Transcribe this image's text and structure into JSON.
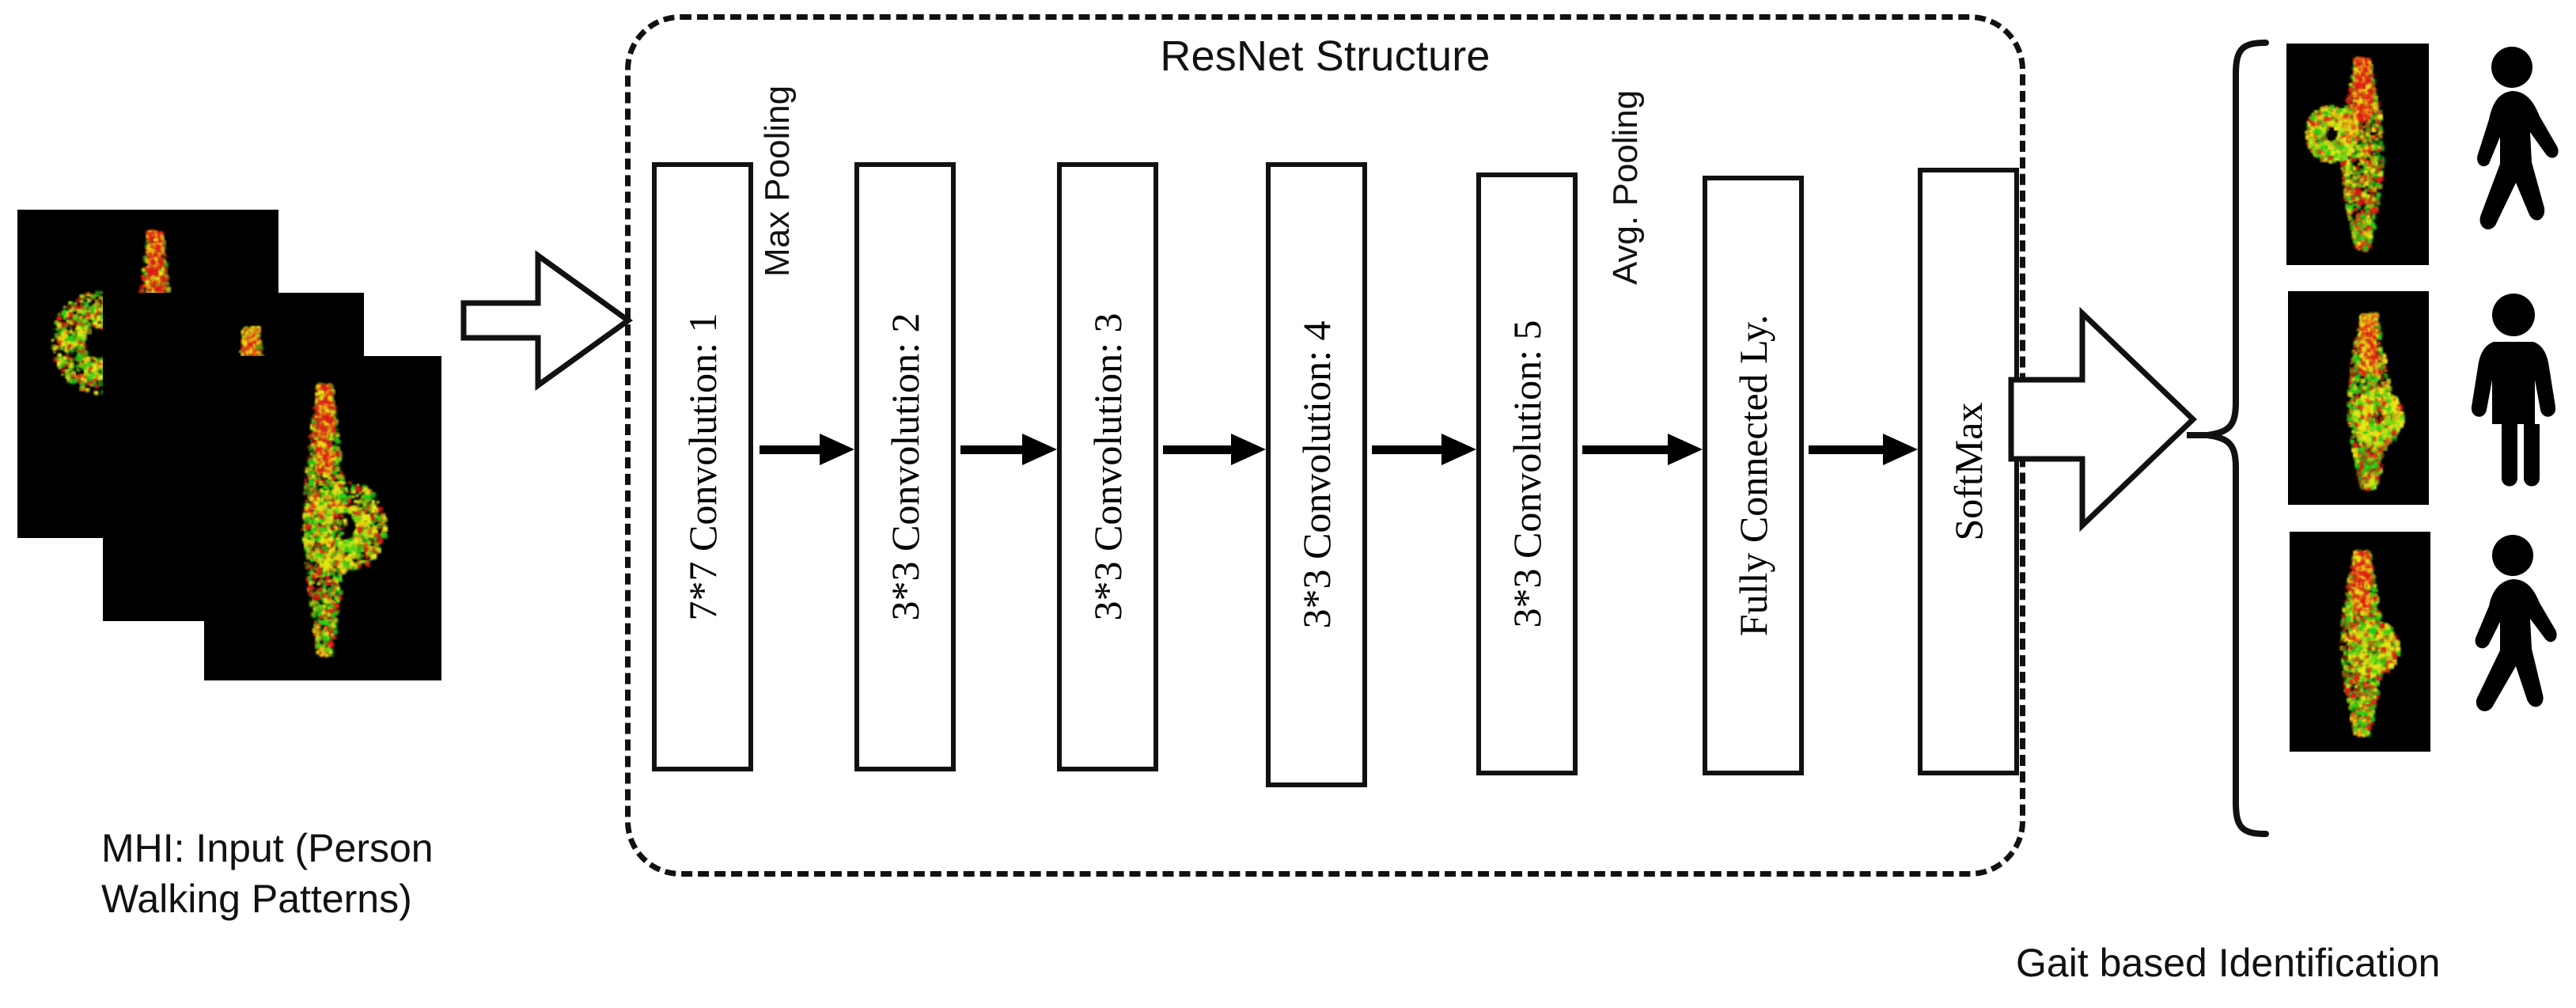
{
  "diagram": {
    "title": "ResNet Structure",
    "captions": {
      "input": "MHI: Input (Person\nWalking Patterns)",
      "input_line1": "MHI: Input (Person",
      "input_line2": "Walking Patterns)",
      "output": "Gait based Identification"
    },
    "layers": [
      {
        "id": "conv1",
        "label": "7*7 Convolution: 1"
      },
      {
        "id": "conv2",
        "label": "3*3 Convolution: 2"
      },
      {
        "id": "conv3",
        "label": "3*3 Convolution: 3"
      },
      {
        "id": "conv4",
        "label": "3*3 Convolution: 4"
      },
      {
        "id": "conv5",
        "label": "3*3 Convolution: 5"
      },
      {
        "id": "fc",
        "label": "Fully Connected Ly."
      },
      {
        "id": "softmax",
        "label": "SoftMax"
      }
    ],
    "pooling_labels": [
      {
        "id": "max-pooling",
        "label": "Max Pooling"
      },
      {
        "id": "avg-pooling",
        "label": "Avg. Pooling"
      }
    ],
    "input_thumbnails": [
      {
        "id": "mhi-input-1"
      },
      {
        "id": "mhi-input-2"
      },
      {
        "id": "mhi-input-3"
      }
    ],
    "output_thumbnails": [
      {
        "id": "mhi-output-1"
      },
      {
        "id": "mhi-output-2"
      },
      {
        "id": "mhi-output-3"
      }
    ],
    "pedestrian_icons": [
      {
        "id": "pedestrian-walking-icon-1",
        "pose": "walking"
      },
      {
        "id": "pedestrian-standing-icon",
        "pose": "standing"
      },
      {
        "id": "pedestrian-walking-icon-2",
        "pose": "walking"
      }
    ],
    "colors": {
      "stroke": "#111111",
      "fill": "#ffffff",
      "mhi_background": "#000000",
      "mhi_red": "#e01b18",
      "mhi_green": "#22d017",
      "mhi_yellow": "#e8e817"
    }
  }
}
